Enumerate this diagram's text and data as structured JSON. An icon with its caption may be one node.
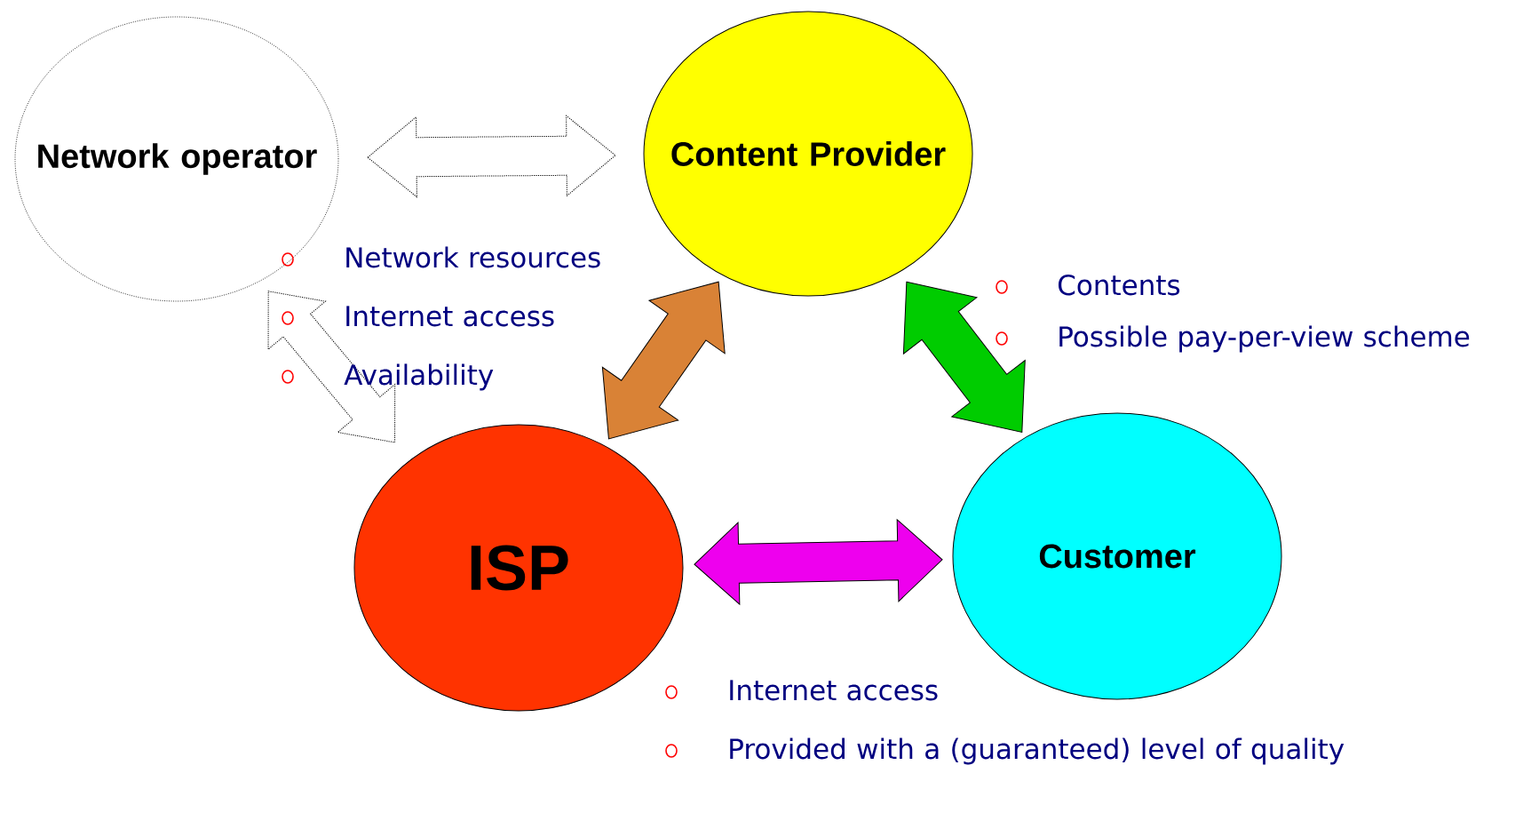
{
  "diagram": {
    "nodes": [
      {
        "text": [
          "Network operator"
        ]
      },
      {
        "text": [
          "Content Provider"
        ]
      },
      {
        "text": [
          "ISP"
        ]
      },
      {
        "text": [
          "Customer"
        ]
      }
    ],
    "edges": [
      {
        "from": 0,
        "to": 1,
        "arrow": "both",
        "style": "dashed",
        "color": "#ffffff"
      },
      {
        "from": 0,
        "to": 2,
        "arrow": "both",
        "style": "dashed",
        "color": "#ffffff"
      },
      {
        "from": 2,
        "to": 1,
        "arrow": "both",
        "color": "#d98236"
      },
      {
        "from": 1,
        "to": 3,
        "arrow": "both",
        "color": "#00cc00"
      },
      {
        "from": 2,
        "to": 3,
        "arrow": "both",
        "color": "#ee00ee"
      }
    ],
    "labels": [
      "Network resources",
      "Internet access",
      "Availability",
      "Contents",
      "Possible pay-per-view scheme",
      "Internet access",
      "Provided with a (guaranteed) level of quality"
    ]
  }
}
